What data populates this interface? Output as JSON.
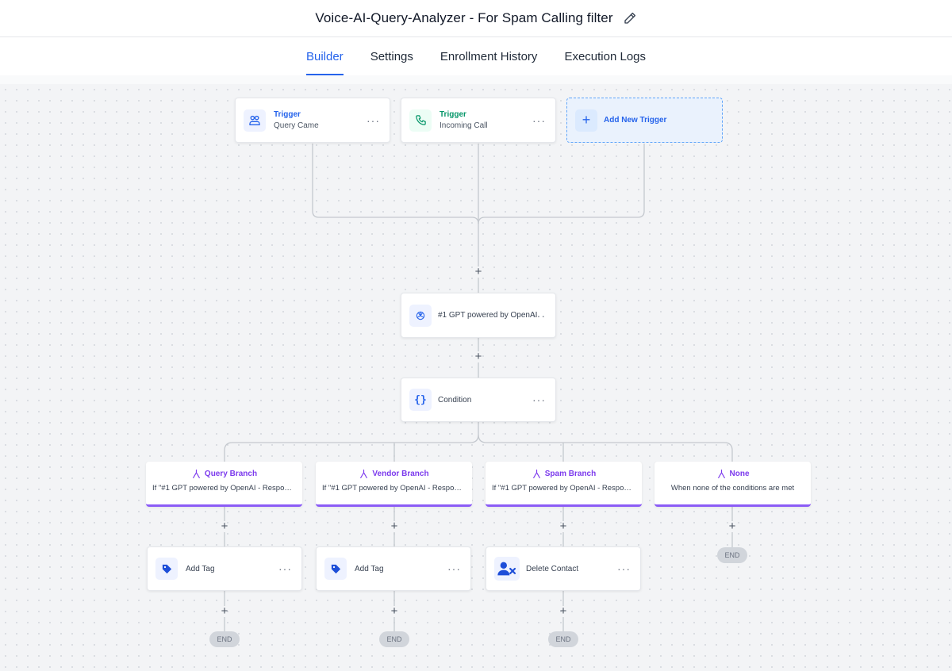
{
  "header": {
    "title": "Voice-AI-Query-Analyzer - For Spam Calling filter"
  },
  "tabs": [
    {
      "label": "Builder",
      "active": true
    },
    {
      "label": "Settings"
    },
    {
      "label": "Enrollment History"
    },
    {
      "label": "Execution Logs"
    }
  ],
  "triggers": [
    {
      "title": "Trigger",
      "subtitle": "Query Came",
      "icon": "users-icon",
      "color": "#2563eb"
    },
    {
      "title": "Trigger",
      "subtitle": "Incoming Call",
      "icon": "phone-icon",
      "color": "#059669"
    }
  ],
  "add_trigger": {
    "label": "Add New Trigger"
  },
  "actions": {
    "gpt": {
      "label": "#1 GPT powered by OpenAI",
      "icon": "openai-icon"
    },
    "condition": {
      "label": "Condition",
      "icon": "braces-icon"
    }
  },
  "branches": [
    {
      "title": "Query Branch",
      "desc": "If \"#1 GPT powered by OpenAI - Response..."
    },
    {
      "title": "Vendor Branch",
      "desc": "If \"#1 GPT powered by OpenAI - Response..."
    },
    {
      "title": "Spam Branch",
      "desc": "If \"#1 GPT powered by OpenAI - Response..."
    },
    {
      "title": "None",
      "desc": "When none of the conditions are met"
    }
  ],
  "branch_actions": [
    {
      "label": "Add Tag",
      "icon": "tag-icon"
    },
    {
      "label": "Add Tag",
      "icon": "tag-icon"
    },
    {
      "label": "Delete Contact",
      "icon": "delete-user-icon"
    }
  ],
  "end_label": "END",
  "colors": {
    "accent": "#2563eb",
    "branch": "#8b5cf6",
    "trigger_green": "#059669"
  }
}
